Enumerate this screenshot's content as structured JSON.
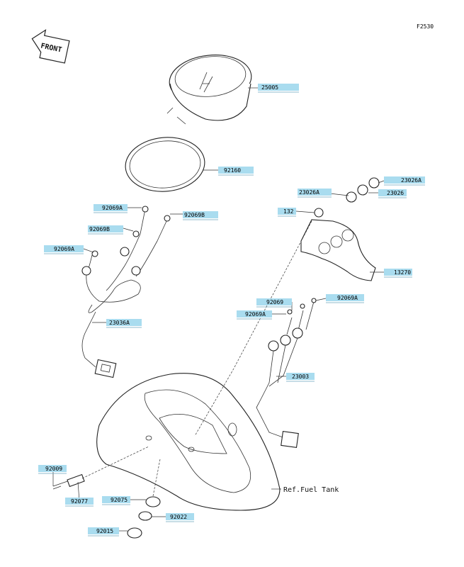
{
  "figure_code": "F2530",
  "front_label": "FRONT",
  "ref_text": "Ref.Fuel Tank",
  "colors": {
    "tag_fill": "#a9dcef",
    "line": "#222222"
  },
  "parts": [
    {
      "id": "25005",
      "label": "25005"
    },
    {
      "id": "92160",
      "label": "92160"
    },
    {
      "id": "92069A_a",
      "label": "92069A"
    },
    {
      "id": "92069B_a",
      "label": "92069B"
    },
    {
      "id": "92069B_b",
      "label": "92069B"
    },
    {
      "id": "92069A_b",
      "label": "92069A"
    },
    {
      "id": "23036A",
      "label": "23036A"
    },
    {
      "id": "23026A_left",
      "label": "23026A"
    },
    {
      "id": "23026A_right",
      "label": "23026A"
    },
    {
      "id": "23026",
      "label": "23026"
    },
    {
      "id": "132",
      "label": "132"
    },
    {
      "id": "13270",
      "label": "13270"
    },
    {
      "id": "92069",
      "label": "92069"
    },
    {
      "id": "92069A_c",
      "label": "92069A"
    },
    {
      "id": "92069A_d",
      "label": "92069A"
    },
    {
      "id": "23003",
      "label": "23003"
    },
    {
      "id": "92009",
      "label": "92009"
    },
    {
      "id": "92077",
      "label": "92077"
    },
    {
      "id": "92075",
      "label": "92075"
    },
    {
      "id": "92022",
      "label": "92022"
    },
    {
      "id": "92015",
      "label": "92015"
    }
  ]
}
